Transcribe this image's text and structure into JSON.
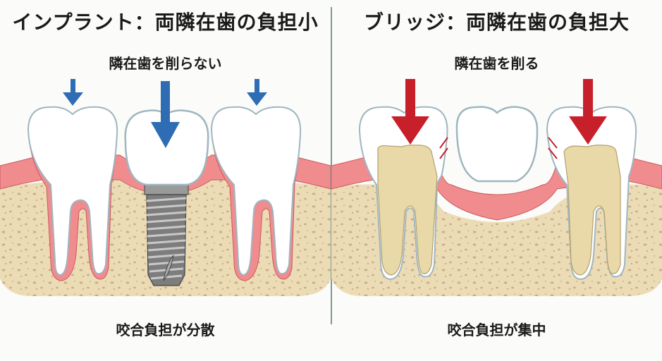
{
  "left_panel": {
    "title": "インプラント：両隣在歯の負担小",
    "subtitle": "隣在歯を削らない",
    "caption": "咬合負担が分散",
    "arrow_color": "#2e6db4",
    "elements": [
      "natural-tooth",
      "implant-crown",
      "implant-screw",
      "natural-tooth"
    ]
  },
  "right_panel": {
    "title": "ブリッジ：両隣在歯の負担大",
    "subtitle": "隣在歯を削る",
    "caption": "咬合負担が集中",
    "arrow_color": "#c8202a",
    "elements": [
      "prepared-abutment-tooth",
      "pontic",
      "prepared-abutment-tooth"
    ]
  },
  "colors": {
    "gum": "#f08c8e",
    "gum_dark": "#e0686c",
    "bone": "#ecdcb6",
    "bone_spot": "#c9b08a",
    "enamel": "#ffffff",
    "enamel_edge": "#9fb6c0",
    "dentin": "#ead9a8",
    "implant": "#8a8a8a"
  }
}
